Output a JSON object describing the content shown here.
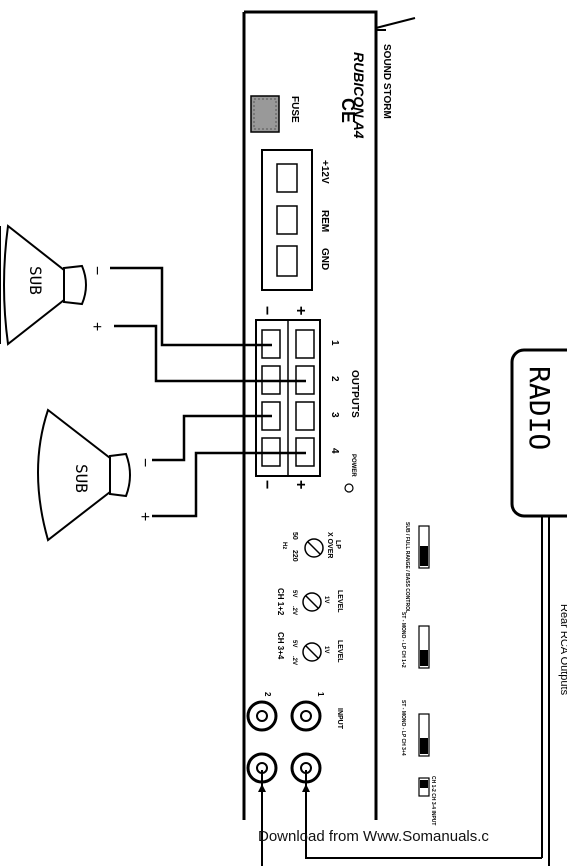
{
  "amplifier": {
    "model": "RUBICON A4",
    "brand": "SOUND STORM",
    "ce_mark": "CE",
    "fuse_label": "FUSE",
    "power": {
      "v12": "+12V",
      "rem": "REM",
      "gnd": "GND"
    },
    "outputs": {
      "title": "OUTPUTS",
      "channels": [
        "1",
        "2",
        "3",
        "4"
      ],
      "plus": "+",
      "minus": "−"
    },
    "power_label": "POWER",
    "controls": {
      "lp_xover": {
        "line1": "LP",
        "line2": "X OVER",
        "min": "50",
        "max": "220",
        "unit": "Hz"
      },
      "level_12": {
        "title": "LEVEL",
        "min": "5V",
        "mid": "1V",
        "max": ".2V",
        "channel": "CH 1+2"
      },
      "level_34": {
        "title": "LEVEL",
        "min": "5V",
        "mid": "1V",
        "max": ".2V",
        "channel": "CH 3+4"
      }
    },
    "switches": [
      {
        "text": "SUB / FULL RANGE / BASS CONTROL"
      },
      {
        "text": "ST - MONO - LP  CH 1+2"
      },
      {
        "text": "ST - MONO - LP  CH 3+4"
      },
      {
        "text": "CH 1-2  CH 3-4  INPUT"
      }
    ],
    "input": {
      "title": "INPUT",
      "jack1": "1",
      "jack2": "2"
    }
  },
  "speakers": [
    {
      "label": "SUB",
      "minus": "−",
      "plus": "+"
    },
    {
      "label": "SUB",
      "minus": "−",
      "plus": "+"
    }
  ],
  "radio": {
    "label": "RADIO",
    "outputs_label": "Rear RCA Outputs"
  },
  "watermark": "Download from Www.Somanuals.c"
}
